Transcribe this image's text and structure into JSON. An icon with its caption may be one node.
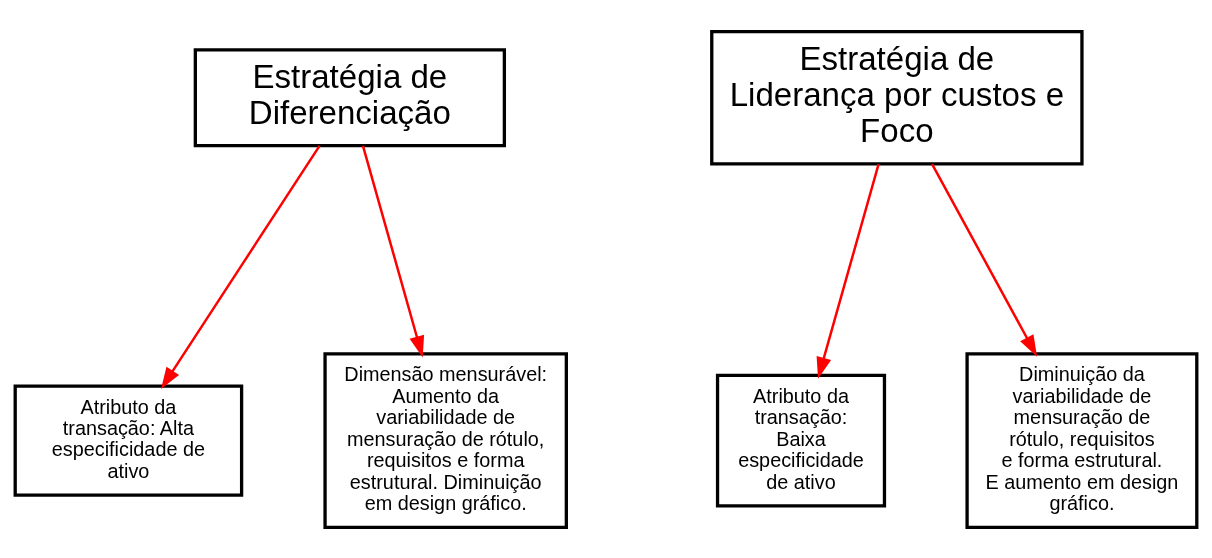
{
  "diagram": {
    "nodes": [
      {
        "text": [
          "Estratégia de Diferenciação"
        ]
      },
      {
        "text": [
          "Estratégia de Liderança por custos e Foco"
        ]
      },
      {
        "text": [
          "Atributo da transação: Alta especificidade de ativo"
        ]
      },
      {
        "text": [
          "Dimensão mensurável: Aumento da variabilidade de mensuração de rótulo, requisitos e forma estrutural. Diminuição em design gráfico."
        ]
      },
      {
        "text": [
          "Atributo da transação: Baixa especificidade de ativo"
        ]
      },
      {
        "text": [
          "Diminuição da variabilidade de mensuração de rótulo, requisitos e forma estrutural. E aumento em design gráfico."
        ]
      }
    ],
    "edges": [
      {
        "from": 0,
        "to": 2,
        "arrow": "to"
      },
      {
        "from": 0,
        "to": 3,
        "arrow": "to"
      },
      {
        "from": 1,
        "to": 4,
        "arrow": "to"
      },
      {
        "from": 1,
        "to": 5,
        "arrow": "to"
      }
    ]
  }
}
